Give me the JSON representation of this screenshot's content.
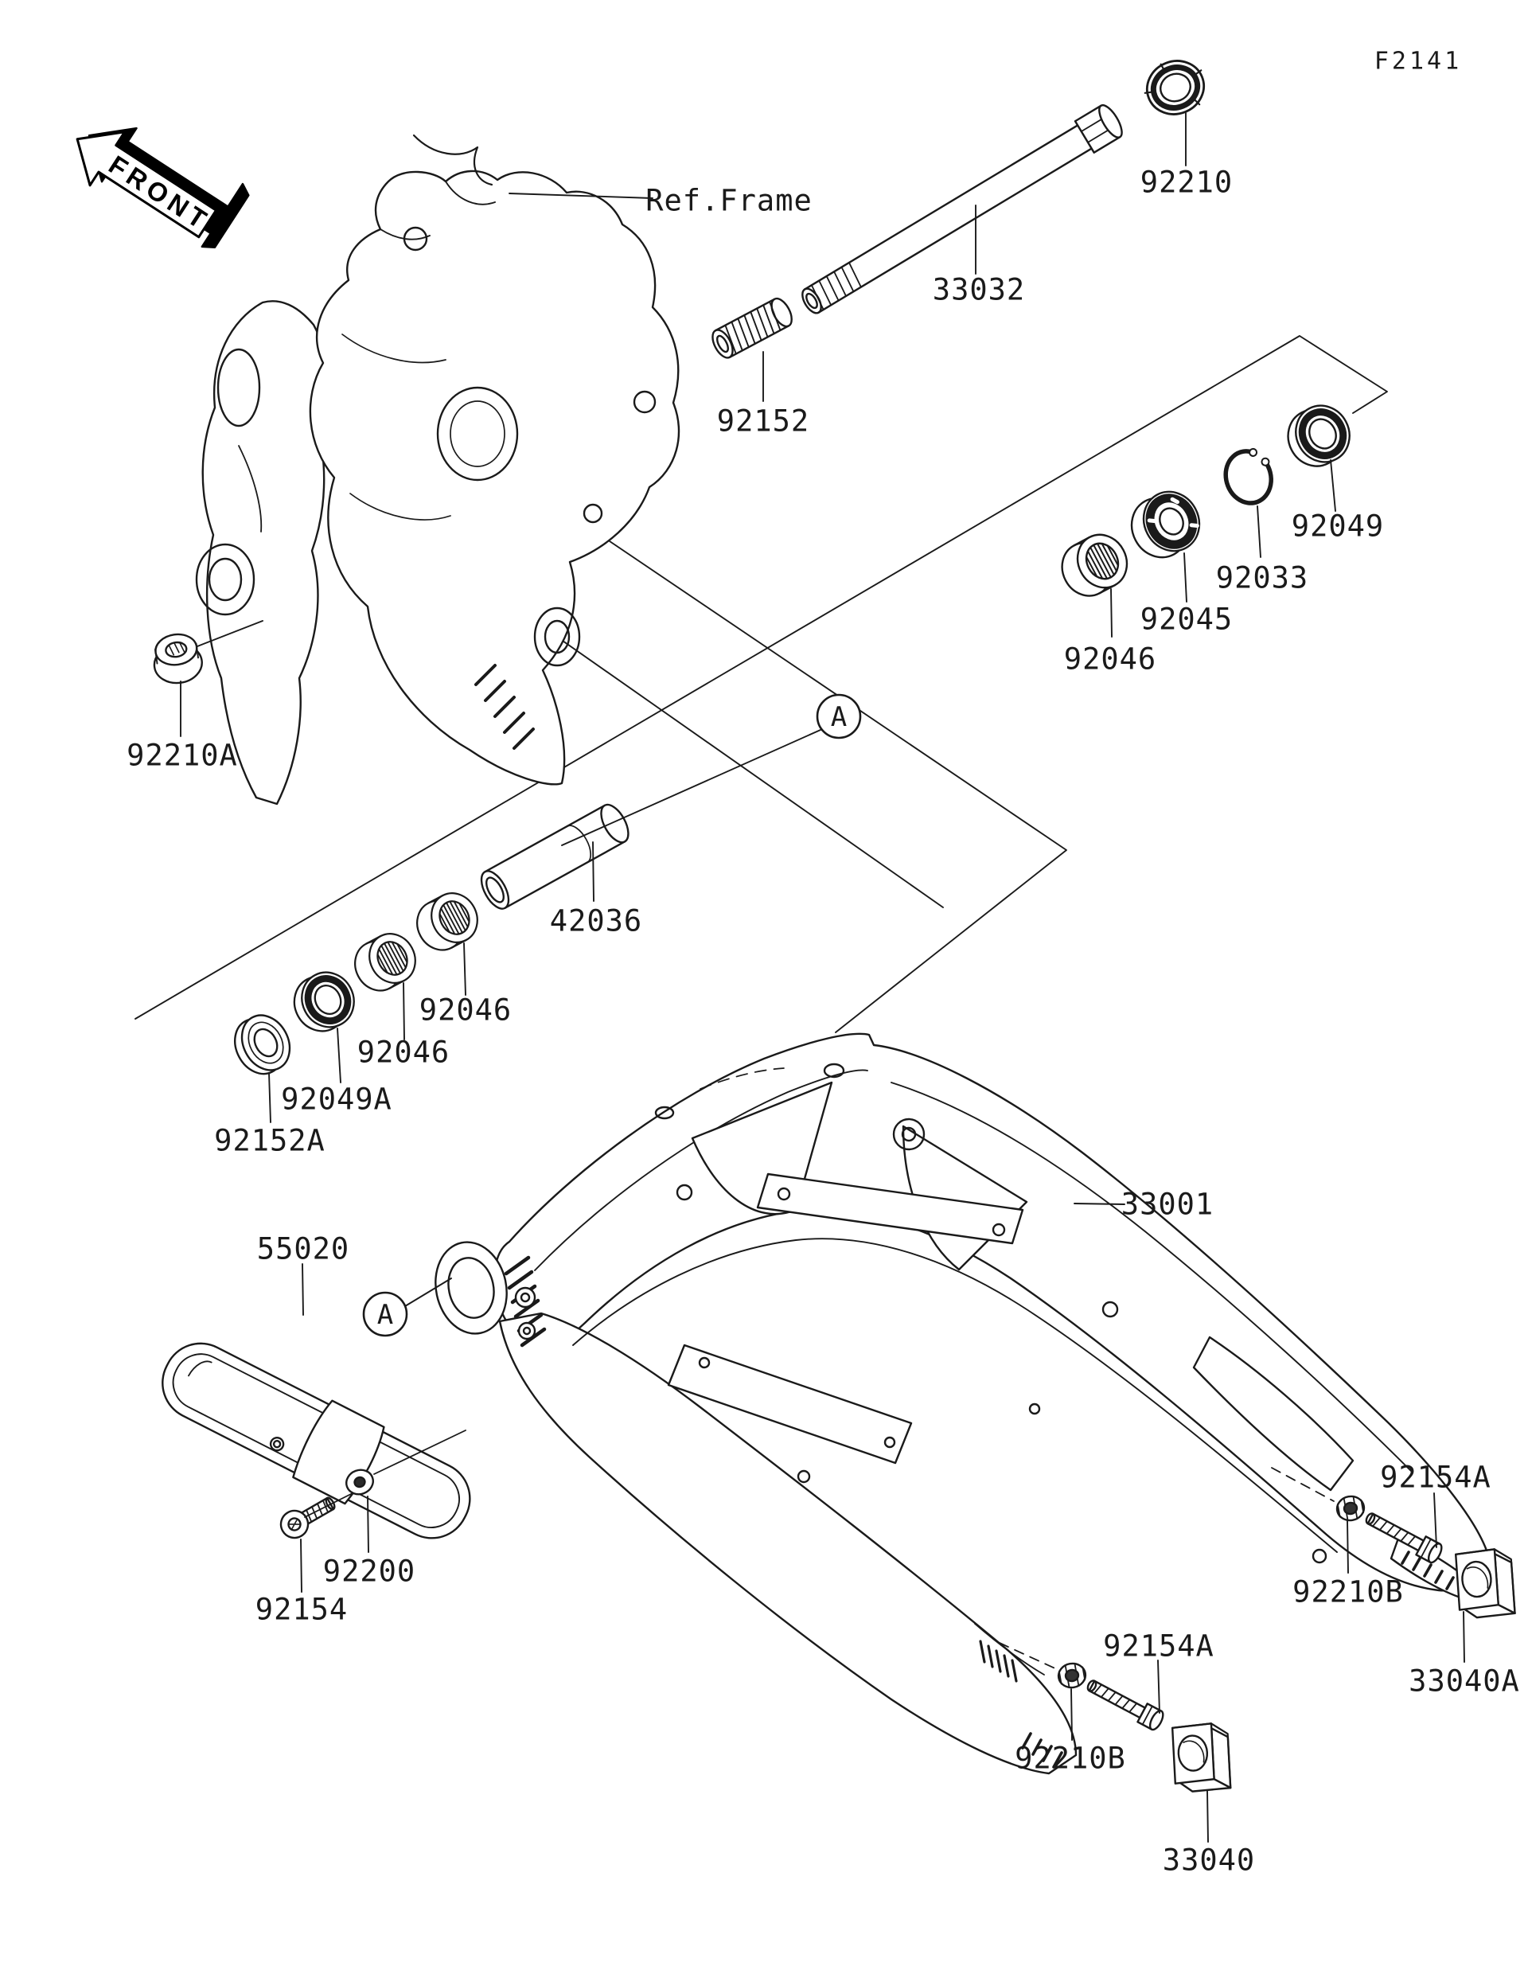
{
  "diagram": {
    "figure_code": "F2141",
    "front_label": "FRONT",
    "ref_frame_label": "Ref.Frame",
    "view_marker": "A",
    "line_color": "#1a1a1a",
    "background_color": "#ffffff",
    "parts": [
      {
        "label": "92210"
      },
      {
        "label": "33032"
      },
      {
        "label": "92152"
      },
      {
        "label": "92049"
      },
      {
        "label": "92033"
      },
      {
        "label": "92045"
      },
      {
        "label": "92046"
      },
      {
        "label": "92210A"
      },
      {
        "label": "42036"
      },
      {
        "label": "92046"
      },
      {
        "label": "92046"
      },
      {
        "label": "92049A"
      },
      {
        "label": "92152A"
      },
      {
        "label": "33001"
      },
      {
        "label": "55020"
      },
      {
        "label": "92200"
      },
      {
        "label": "92154"
      },
      {
        "label": "92154A"
      },
      {
        "label": "92210B"
      },
      {
        "label": "33040A"
      },
      {
        "label": "92154A"
      },
      {
        "label": "92210B"
      },
      {
        "label": "33040"
      }
    ]
  }
}
